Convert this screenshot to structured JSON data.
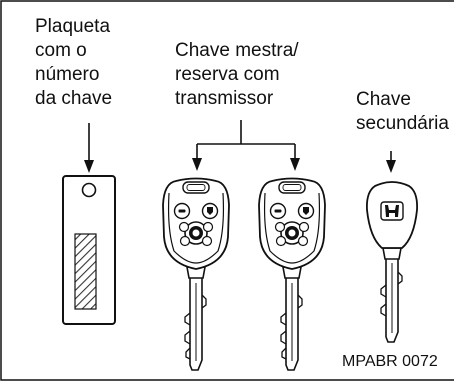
{
  "labels": {
    "tag": "Plaqueta\ncom o\nnúmero\nda chave",
    "master": "Chave mestra/\nreserva com\ntransmissor",
    "secondary": "Chave\nsecundária",
    "code": "MPABR 0072"
  }
}
